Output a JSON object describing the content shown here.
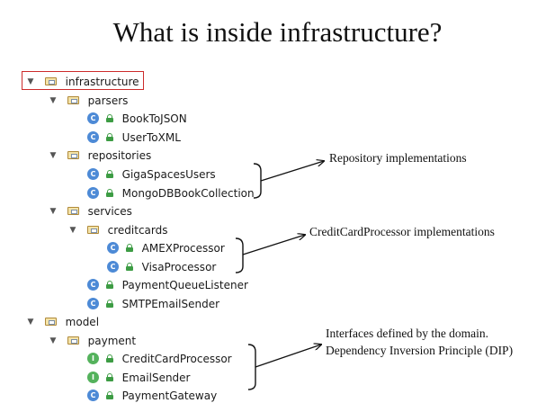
{
  "title": "What is inside infrastructure?",
  "tree": {
    "infrastructure": "infrastructure",
    "parsers": "parsers",
    "book_to_json": "BookToJSON",
    "user_to_xml": "UserToXML",
    "repositories": "repositories",
    "gigaspaces_users": "GigaSpacesUsers",
    "mongodb_book_collection": "MongoDBBookCollection",
    "services": "services",
    "creditcards": "creditcards",
    "amex_processor": "AMEXProcessor",
    "visa_processor": "VisaProcessor",
    "payment_queue_listener": "PaymentQueueListener",
    "smtp_email_sender": "SMTPEmailSender",
    "model": "model",
    "payment": "payment",
    "credit_card_processor": "CreditCardProcessor",
    "email_sender": "EmailSender",
    "payment_gateway": "PaymentGateway"
  },
  "icons": {
    "toggle_glyph": "▼",
    "class_letter": "C",
    "interface_letter": "I"
  },
  "annotations": {
    "repository": "Repository implementations",
    "creditcard": "CreditCardProcessor implementations",
    "interfaces_line1": "Interfaces defined by the domain.",
    "interfaces_line2": "Dependency Inversion Principle (DIP)"
  },
  "colors": {
    "highlight_border": "#cc2b2b",
    "class_icon": "#4d8ad6",
    "interface_icon": "#54b25c",
    "folder_fill": "#f4e3a8"
  }
}
